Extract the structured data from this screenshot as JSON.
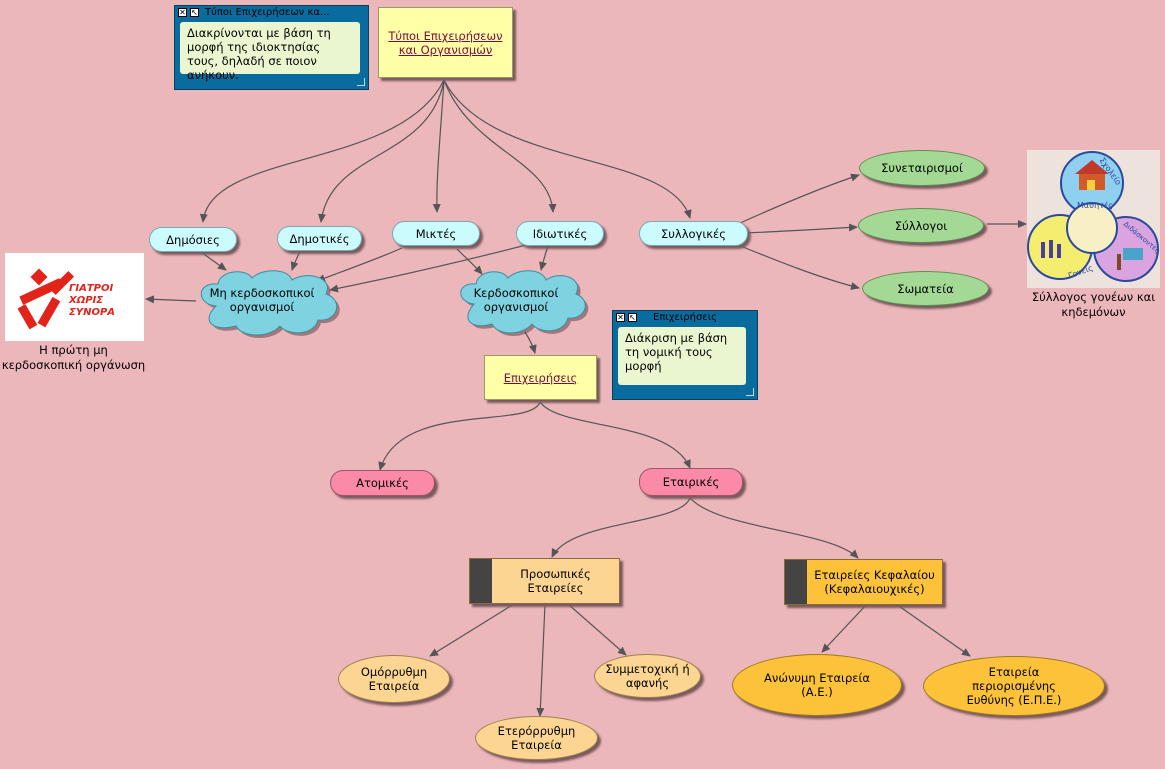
{
  "title_node": "Τύποι Επιχειρήσεων και Οργανισμών",
  "notes": {
    "types": {
      "title": "Τύποι Επιχειρήσεων κα...",
      "body": "Διακρίνονται με βάση τη μορφή της ιδιοκτησίας τους, δηλαδή σε ποιον ανήκουν."
    },
    "businesses": {
      "title": "Επιχειρήσεις",
      "body": "Διάκριση με βάση τη νομική τους μορφή"
    }
  },
  "ownership": {
    "public": "Δημόσιες",
    "municipal": "Δημοτικές",
    "mixed": "Μικτές",
    "private": "Ιδιωτικές",
    "collective": "Συλλογικές"
  },
  "nonprofit": "Μη κερδοσκοπικοί οργανισμοί",
  "forprofit": "Κερδοσκοπικοί οργανισμοί",
  "collective_types": {
    "coops": "Συνεταιρισμοί",
    "associations": "Σύλλογοι",
    "unions": "Σωματεία"
  },
  "images": {
    "msf_logo_text": "ΓΙΑΤΡΟΙ ΧΩΡΙΣ ΣΥΝΟΡΑ",
    "msf_caption": "Η πρώτη μη κερδοσκοπική οργάνωση",
    "school_caption": "Σύλλογος γονέων και κηδεμόνων",
    "school_words": [
      "Σχολείο",
      "Μαθητές",
      "Διδάσκοντες",
      "Γονείς"
    ]
  },
  "businesses_node": "Επιχειρήσεις",
  "business_split": {
    "individual": "Ατομικές",
    "corporate": "Εταιρικές"
  },
  "personal_companies": "Προσωπικές Εταιρείες",
  "capital_companies": "Εταιρείες Κεφαλαίου (Κεφαλαιουχικές)",
  "personal_types": {
    "general": "Ομόρρυθμη Εταιρεία",
    "limited": "Ετερόρρυθμη Εταιρεία",
    "silent": "Συμμετοχική ή αφανής"
  },
  "capital_types": {
    "sa": "Ανώνυμη Εταιρεία (Α.Ε.)",
    "ltd": "Εταιρεία περιορισμένης Ευθύνης (Ε.Π.Ε.)"
  },
  "colors": {
    "background": "#ecb7bb",
    "edge": "#555555"
  }
}
